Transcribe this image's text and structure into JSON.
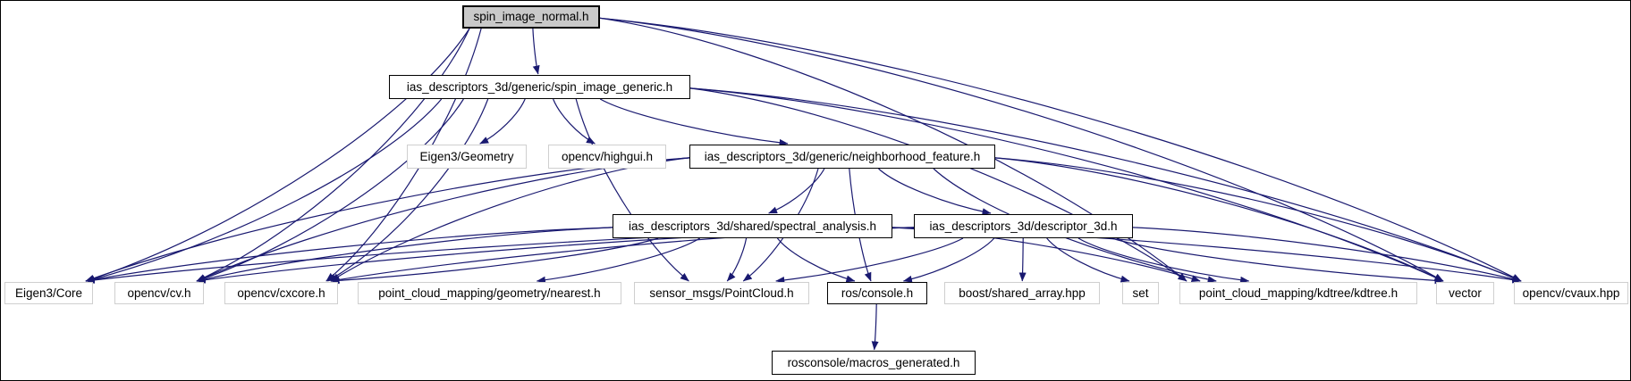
{
  "diagram": {
    "kind": "include-dependency-graph",
    "root_file": "spin_image_normal.h"
  },
  "colors": {
    "edge": "#191970",
    "root_fill": "#c9c9c9",
    "linked_border": "#000000",
    "external_border": "#cfcfcf",
    "background": "#ffffff"
  },
  "nodes": [
    {
      "id": "main",
      "label": "spin_image_normal.h"
    },
    {
      "id": "generic",
      "label": "ias_descriptors_3d/generic/spin_image_generic.h"
    },
    {
      "id": "geometry",
      "label": "Eigen3/Geometry"
    },
    {
      "id": "highgui",
      "label": "opencv/highgui.h"
    },
    {
      "id": "neighborhood",
      "label": "ias_descriptors_3d/generic/neighborhood_feature.h"
    },
    {
      "id": "spectral",
      "label": "ias_descriptors_3d/shared/spectral_analysis.h"
    },
    {
      "id": "descriptor",
      "label": "ias_descriptors_3d/descriptor_3d.h"
    },
    {
      "id": "eigen_core",
      "label": "Eigen3/Core"
    },
    {
      "id": "cv",
      "label": "opencv/cv.h"
    },
    {
      "id": "cxcore",
      "label": "opencv/cxcore.h"
    },
    {
      "id": "nearest",
      "label": "point_cloud_mapping/geometry/nearest.h"
    },
    {
      "id": "pointcloud",
      "label": "sensor_msgs/PointCloud.h"
    },
    {
      "id": "console",
      "label": "ros/console.h"
    },
    {
      "id": "boost",
      "label": "boost/shared_array.hpp"
    },
    {
      "id": "set",
      "label": "set"
    },
    {
      "id": "kdtree",
      "label": "point_cloud_mapping/kdtree/kdtree.h"
    },
    {
      "id": "vector",
      "label": "vector"
    },
    {
      "id": "cvaux",
      "label": "opencv/cvaux.hpp"
    },
    {
      "id": "macros",
      "label": "rosconsole/macros_generated.h"
    }
  ],
  "edges": [
    {
      "from": "main",
      "to": "generic"
    },
    {
      "from": "main",
      "to": "eigen_core"
    },
    {
      "from": "main",
      "to": "cv"
    },
    {
      "from": "main",
      "to": "cxcore"
    },
    {
      "from": "main",
      "to": "vector"
    },
    {
      "from": "main",
      "to": "cvaux"
    },
    {
      "from": "main",
      "to": "kdtree"
    },
    {
      "from": "generic",
      "to": "geometry"
    },
    {
      "from": "generic",
      "to": "highgui"
    },
    {
      "from": "generic",
      "to": "neighborhood"
    },
    {
      "from": "generic",
      "to": "eigen_core"
    },
    {
      "from": "generic",
      "to": "cv"
    },
    {
      "from": "generic",
      "to": "cxcore"
    },
    {
      "from": "generic",
      "to": "pointcloud"
    },
    {
      "from": "generic",
      "to": "vector"
    },
    {
      "from": "generic",
      "to": "cvaux"
    },
    {
      "from": "generic",
      "to": "kdtree"
    },
    {
      "from": "neighborhood",
      "to": "spectral"
    },
    {
      "from": "neighborhood",
      "to": "descriptor"
    },
    {
      "from": "neighborhood",
      "to": "eigen_core"
    },
    {
      "from": "neighborhood",
      "to": "cv"
    },
    {
      "from": "neighborhood",
      "to": "cxcore"
    },
    {
      "from": "neighborhood",
      "to": "pointcloud"
    },
    {
      "from": "neighborhood",
      "to": "console"
    },
    {
      "from": "neighborhood",
      "to": "vector"
    },
    {
      "from": "neighborhood",
      "to": "cvaux"
    },
    {
      "from": "neighborhood",
      "to": "kdtree"
    },
    {
      "from": "spectral",
      "to": "eigen_core"
    },
    {
      "from": "spectral",
      "to": "cv"
    },
    {
      "from": "spectral",
      "to": "cxcore"
    },
    {
      "from": "spectral",
      "to": "nearest"
    },
    {
      "from": "spectral",
      "to": "pointcloud"
    },
    {
      "from": "spectral",
      "to": "console"
    },
    {
      "from": "spectral",
      "to": "kdtree"
    },
    {
      "from": "spectral",
      "to": "cvaux"
    },
    {
      "from": "descriptor",
      "to": "eigen_core"
    },
    {
      "from": "descriptor",
      "to": "cv"
    },
    {
      "from": "descriptor",
      "to": "cxcore"
    },
    {
      "from": "descriptor",
      "to": "pointcloud"
    },
    {
      "from": "descriptor",
      "to": "console"
    },
    {
      "from": "descriptor",
      "to": "set"
    },
    {
      "from": "descriptor",
      "to": "boost"
    },
    {
      "from": "descriptor",
      "to": "vector"
    },
    {
      "from": "descriptor",
      "to": "cvaux"
    },
    {
      "from": "descriptor",
      "to": "kdtree"
    },
    {
      "from": "console",
      "to": "macros"
    }
  ]
}
